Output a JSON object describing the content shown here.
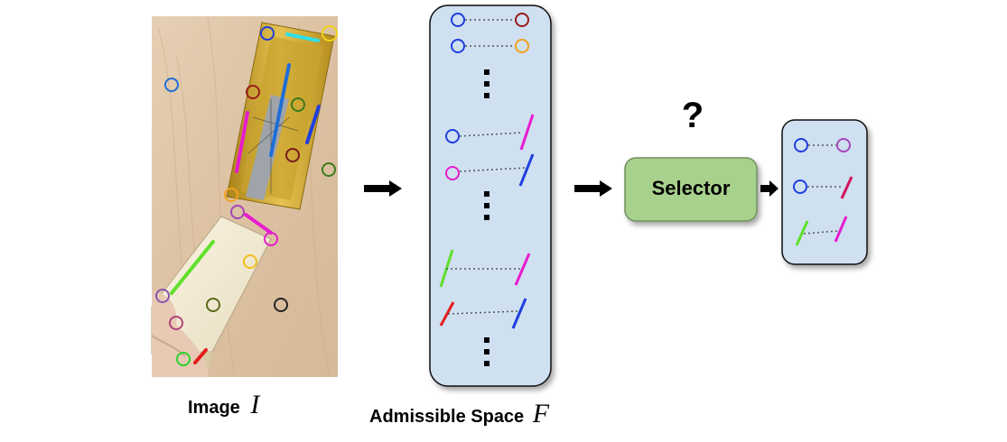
{
  "labels": {
    "image_text": "Image",
    "image_symbol": "I",
    "space_text": "Admissible Space",
    "space_symbol": "F",
    "selector": "Selector",
    "question": "?"
  },
  "colors": {
    "panel_fill": "#cfe0f1",
    "selector_fill": "#a9d18e",
    "selector_stroke": "#6f8f5c",
    "blue": "#1f3ee0",
    "darkred": "#9b1b1b",
    "orange": "#f2a11d",
    "magenta": "#e81ccf",
    "green": "#5fe02a",
    "red": "#e41c1c",
    "purple": "#a646b8",
    "crimson": "#d4125a"
  },
  "icons": {
    "arrows": "right-arrow-icon",
    "ellipsis": "vertical-dots-icon"
  }
}
